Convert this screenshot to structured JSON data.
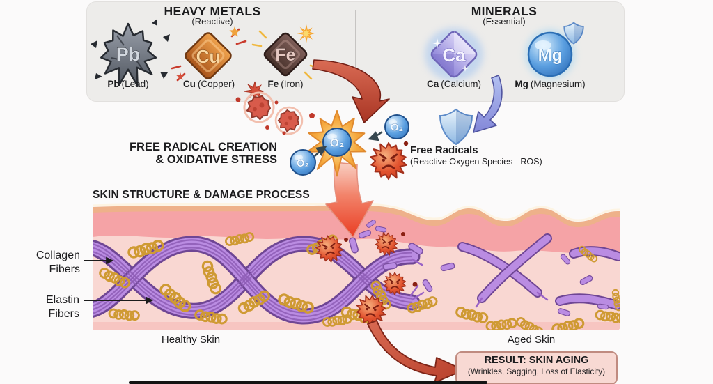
{
  "top_panel": {
    "heavy_metals": {
      "title": "HEAVY METALS",
      "subtitle": "(Reactive)",
      "items": [
        {
          "symbol": "Pb",
          "name": "(Lead)"
        },
        {
          "symbol": "Cu",
          "name": "(Copper)"
        },
        {
          "symbol": "Fe",
          "name": "(Iron)"
        }
      ]
    },
    "minerals": {
      "title": "MINERALS",
      "subtitle": "(Essential)",
      "items": [
        {
          "symbol": "Ca",
          "name": "(Calcium)"
        },
        {
          "symbol": "Mg",
          "name": "(Magnesium)"
        }
      ]
    }
  },
  "process": {
    "heading_line1": "FREE RADICAL CREATION",
    "heading_line2": "& OXIDATIVE STRESS",
    "o2_label": "O₂",
    "free_radicals_title": "Free Radicals",
    "free_radicals_subtitle": "(Reactive Oxygen Species - ROS)"
  },
  "skin_section": {
    "heading": "SKIN STRUCTURE & DAMAGE PROCESS",
    "collagen_label_line1": "Collagen",
    "collagen_label_line2": "Fibers",
    "elastin_label_line1": "Elastin",
    "elastin_label_line2": "Fibers",
    "healthy_skin_label": "Healthy Skin",
    "aged_skin_label": "Aged Skin"
  },
  "result_box": {
    "title": "RESULT: SKIN AGING",
    "subtitle": "(Wrinkles, Sagging, Loss of Elasticity)"
  },
  "colors": {
    "panel_gray": "#edecea",
    "accent_red": "#d9452f",
    "o2_blue": "#4a90d9",
    "mineral_purple": "#8d83d8",
    "collagen_purple": "#ba8ce2",
    "elastin_gold": "#cf9a33",
    "skin_pink": "#f5a3a6",
    "dermis_pink": "#f9d7d2",
    "result_bg": "#f8d9d3",
    "result_border": "#c08b80"
  }
}
